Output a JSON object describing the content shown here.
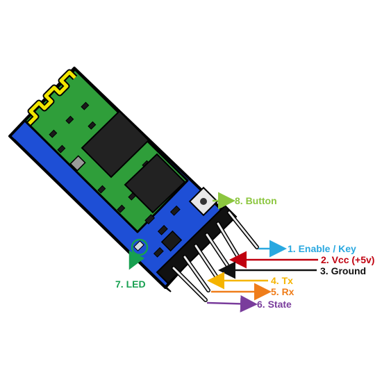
{
  "labels": {
    "enable": "1. Enable / Key",
    "vcc": "2. Vcc (+5v)",
    "ground": "3. Ground",
    "tx": "4. Tx",
    "rx": "5. Rx",
    "state": "6. State",
    "led": "7. LED",
    "button": "8. Button"
  },
  "colors": {
    "enable": "#29a8e0",
    "vcc": "#c0000f",
    "ground": "#111111",
    "tx": "#f5b400",
    "rx": "#ef7d1a",
    "state": "#7a3d9c",
    "led": "#17a050",
    "button": "#8cc63f",
    "pcb_blue": "#1e4fd6",
    "pcb_green": "#2f9e3a",
    "antenna": "#f2e600",
    "chip": "#222222"
  }
}
